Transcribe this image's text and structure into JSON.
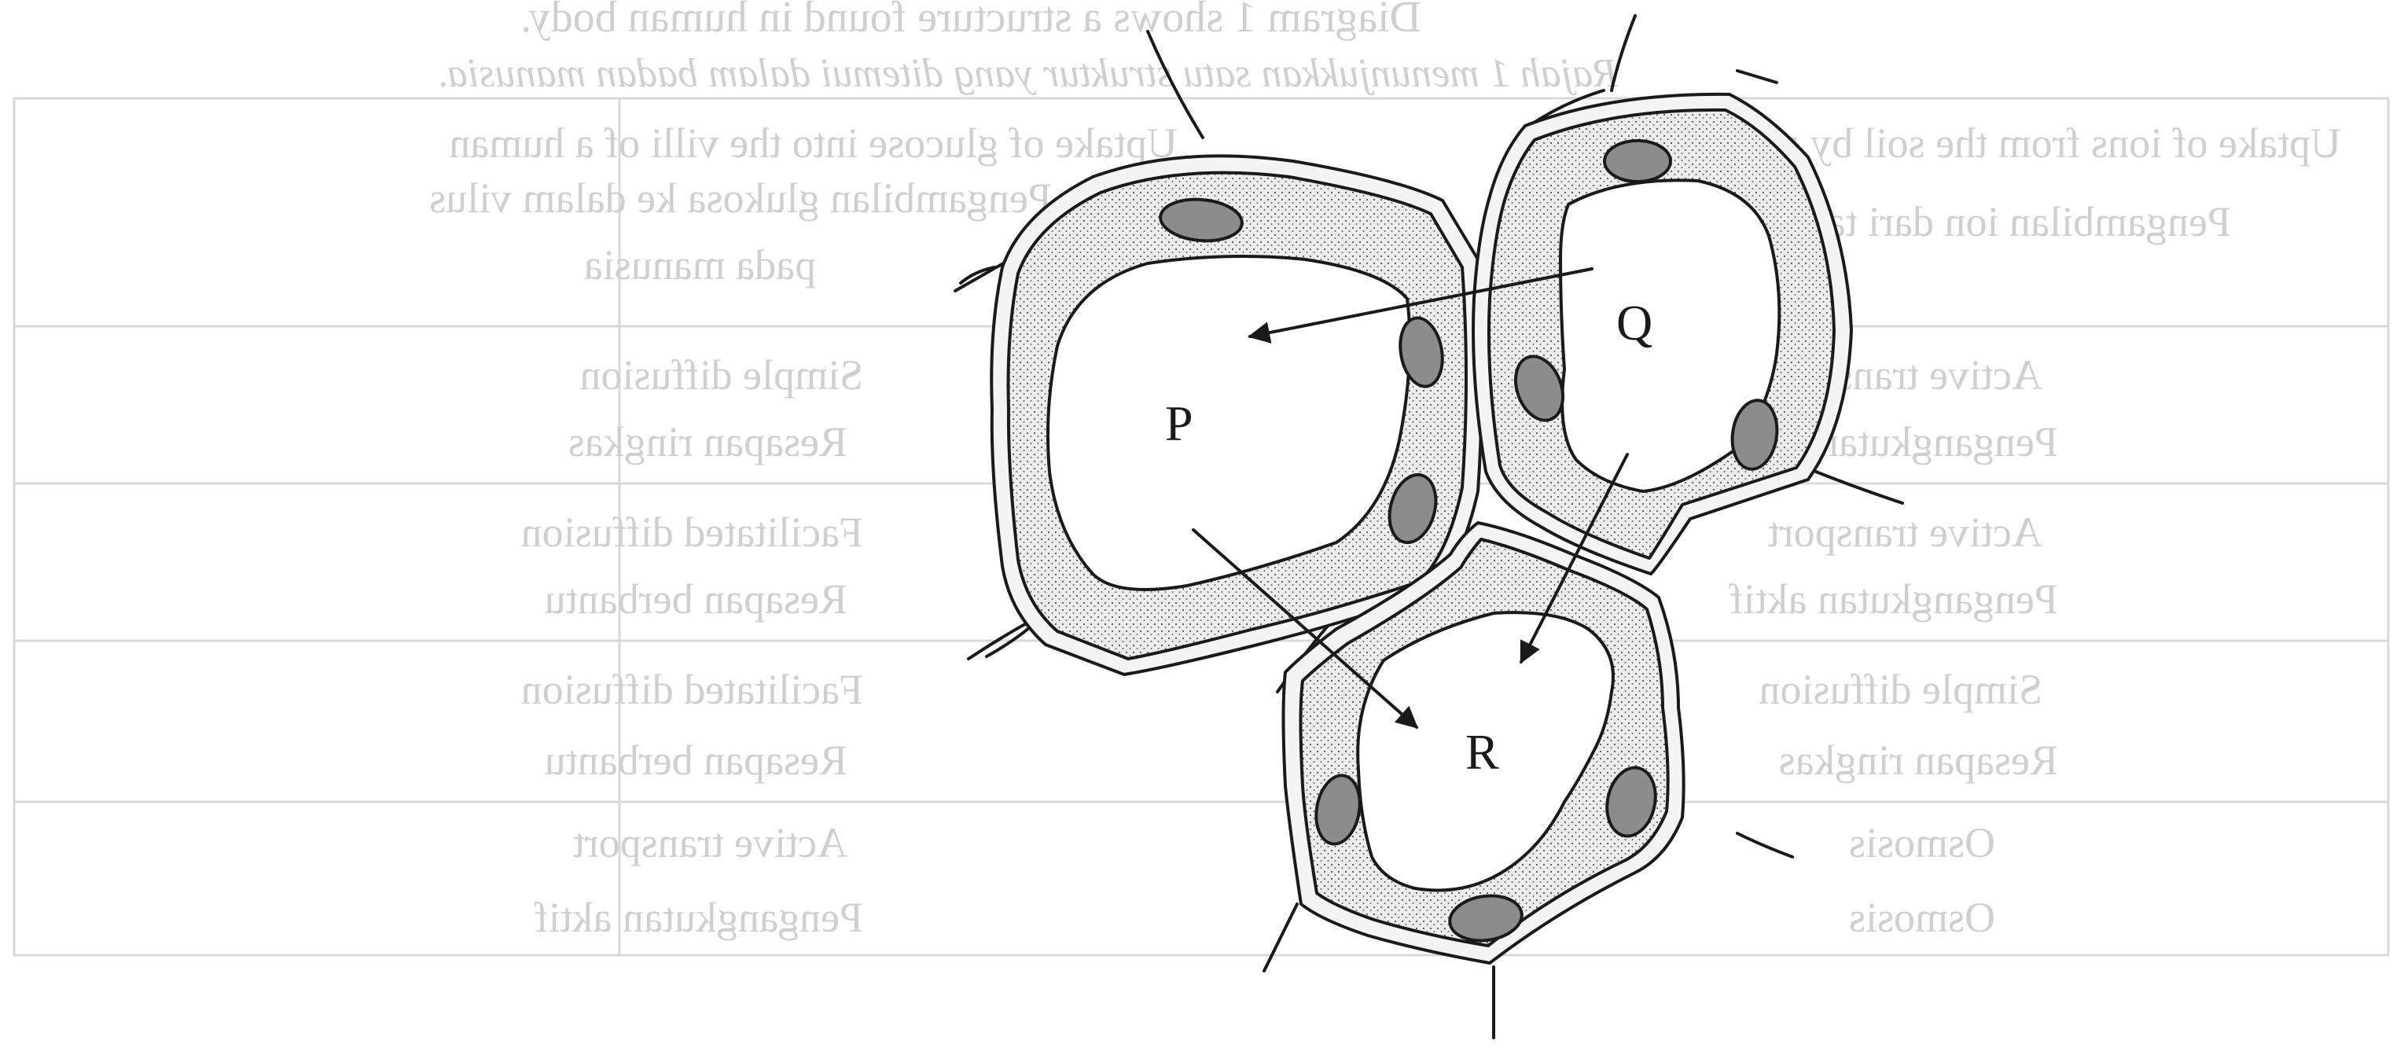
{
  "diagram": {
    "labels": {
      "p": "P",
      "q": "Q",
      "r": "R"
    },
    "ghost_text": {
      "header_top": "Diagram 1 shows a structure found in human body.",
      "header_ms": "Rajah 1 menunjukkan satu struktur yang ditemui dalam badan manusia.",
      "col_left_1": "Uptake of ions from the soil by a plant",
      "col_left_2": "Pengambilan ion dari tanih oleh tumbuhan",
      "col_right_1": "Uptake of glucose into the villi of a human",
      "col_right_2": "Pengambilan glukosa ke dalam vilus",
      "col_right_3": "pada manusia",
      "row1_a": "Active transport",
      "row1_b": "Pengangkutan aktif",
      "row1_c": "Simple diffusion",
      "row1_d": "Resapan ringkas",
      "row2_a": "Active transport",
      "row2_b": "Pengangkutan aktif",
      "row2_c": "Facilitated diffusion",
      "row2_d": "Resapan berbantu",
      "row3_a": "Simple diffusion",
      "row3_b": "Resapan ringkas",
      "row3_c": "Facilitated diffusion",
      "row3_d": "Resapan berbantu",
      "row4_a": "Osmosis",
      "row4_b": "Osmosis",
      "row4_c": "Active transport",
      "row4_d": "Pengangkutan aktif"
    },
    "colors": {
      "ink": "#1a1a1a",
      "cytoplasm": "#e6e6e6",
      "nucleus": "#8c8c8c",
      "ghost": "#cfcfcf"
    }
  }
}
